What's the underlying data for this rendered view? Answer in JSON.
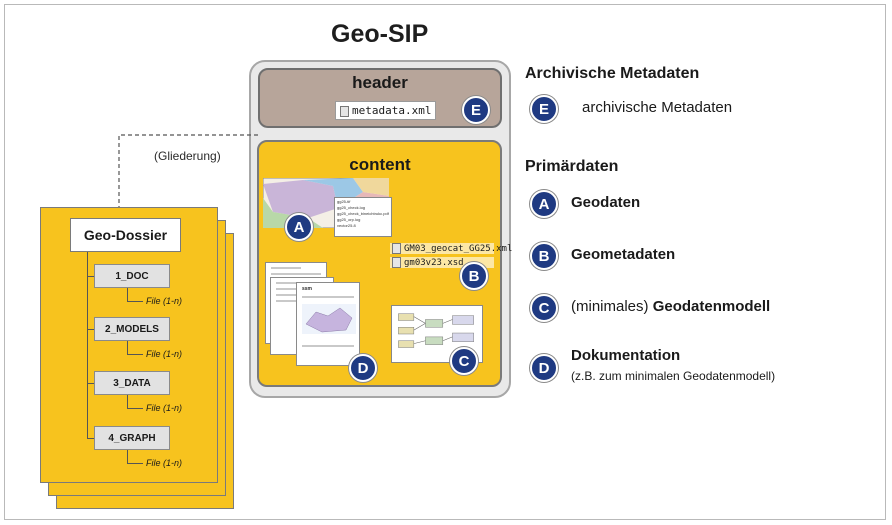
{
  "sip": {
    "title": "Geo-SIP",
    "header_label": "header",
    "header_file": "metadata.xml",
    "content_label": "content",
    "thumb_a_list": [
      "gg25-tif",
      "gg25_check.log",
      "gg25_check_bineichtrukc.pdf",
      "gg25_orp.log",
      "vector25.8"
    ],
    "thumb_b_files": [
      "GM03_geocat_GG25.xml",
      "gm03v23.xsd"
    ],
    "thumb_d_title": "ssm"
  },
  "dossier": {
    "title": "Geo-Dossier",
    "gliederung": "(Gliederung)",
    "folders": [
      {
        "name": "1_DOC",
        "file": "File (1-n)"
      },
      {
        "name": "2_MODELS",
        "file": "File (1-n)"
      },
      {
        "name": "3_DATA",
        "file": "File (1-n)"
      },
      {
        "name": "4_GRAPH",
        "file": "File (1-n)"
      }
    ]
  },
  "legend": {
    "archiv_title": "Archivische Metadaten",
    "archiv_item": {
      "badge": "E",
      "text": "archivische Metadaten"
    },
    "primaer_title": "Primärdaten",
    "items": [
      {
        "badge": "A",
        "text": "Geodaten"
      },
      {
        "badge": "B",
        "text": "Geometadaten"
      },
      {
        "badge": "C",
        "prefix": "(minimales) ",
        "text": "Geodatenmodell"
      },
      {
        "badge": "D",
        "text": "Dokumentation",
        "sub": "(z.B. zum minimalen Geodatenmodell)"
      }
    ]
  },
  "badges": {
    "a": "A",
    "b": "B",
    "c": "C",
    "d": "D",
    "e": "E"
  },
  "colors": {
    "badge": "#1f3a82",
    "content": "#f7c31e",
    "header": "#b7a59a",
    "container": "#e9e9e9"
  }
}
